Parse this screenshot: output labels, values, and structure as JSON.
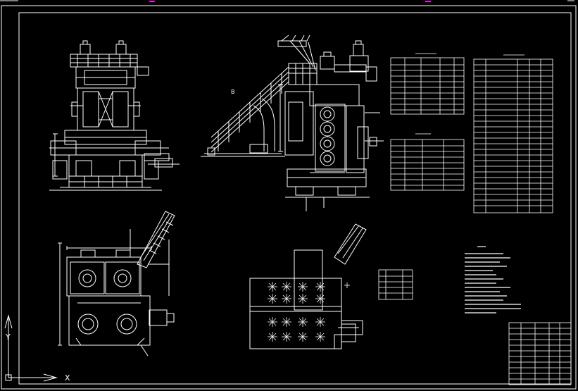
{
  "view": {
    "section_label_b": "B",
    "axis_x_label": "X",
    "axis_y_label": "Y"
  },
  "colors": {
    "background": "#000000",
    "line": "#ffffff",
    "magenta": "#ff00ff"
  }
}
